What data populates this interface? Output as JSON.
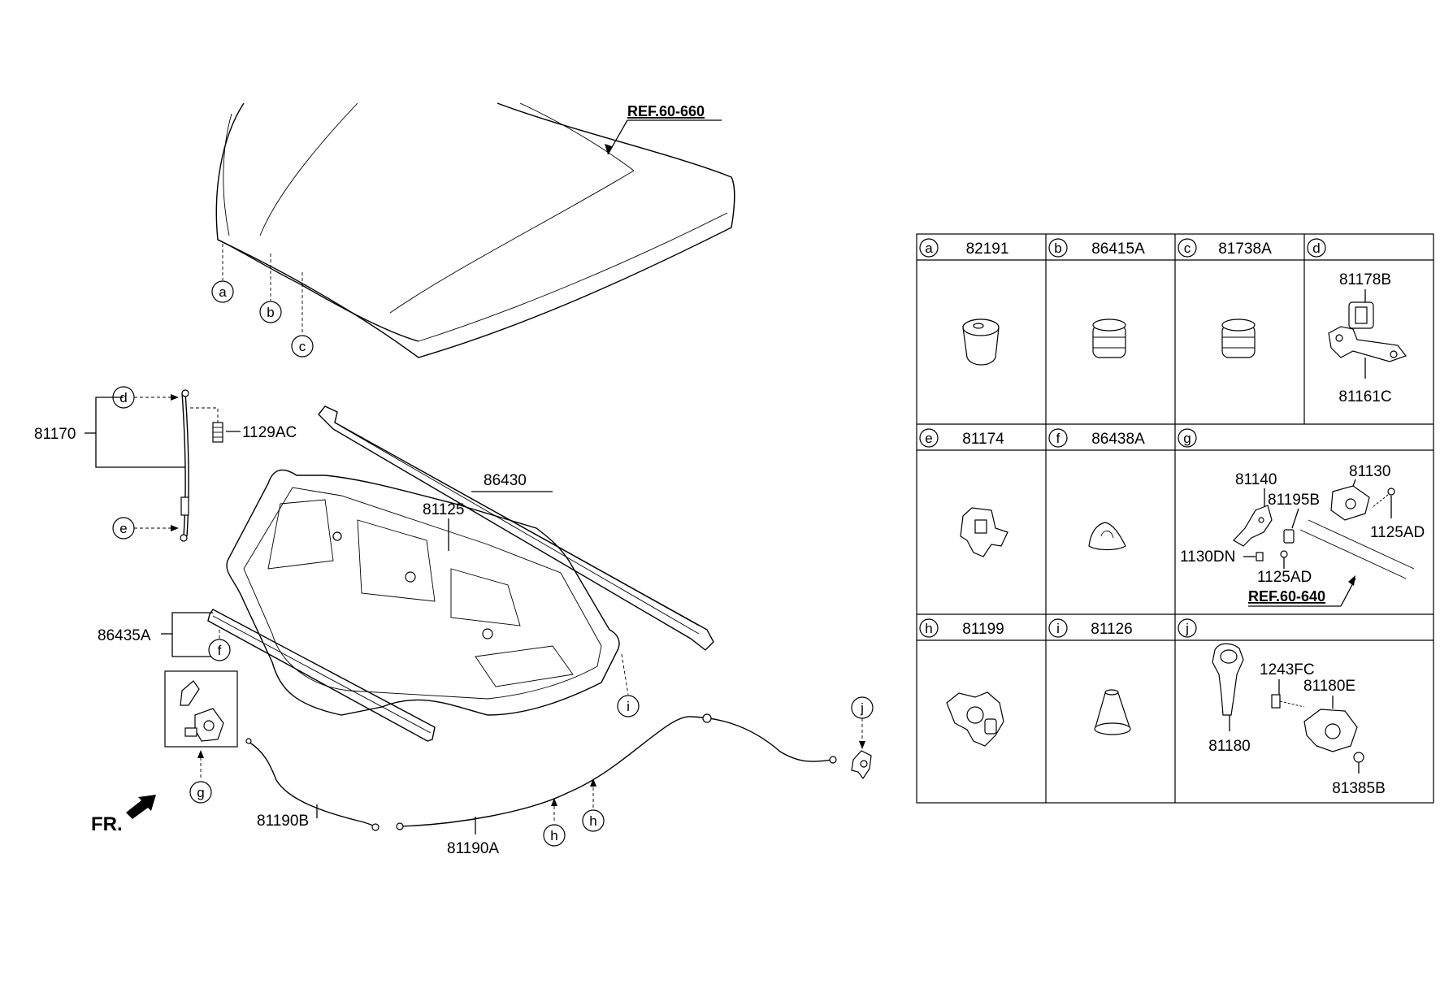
{
  "main": {
    "ref_hood": "REF.60-660",
    "ref_latch": "REF.60-640",
    "front_label": "FR.",
    "callouts": {
      "a": "a",
      "b": "b",
      "c": "c",
      "d": "d",
      "e": "e",
      "f": "f",
      "g": "g",
      "h": "h",
      "i": "i",
      "j": "j"
    },
    "parts": {
      "p81170": "81170",
      "p1129AC": "1129AC",
      "p86430": "86430",
      "p81125": "81125",
      "p86435A": "86435A",
      "p81190B": "81190B",
      "p81190A": "81190A"
    }
  },
  "table": {
    "cells": [
      {
        "letter": "a",
        "part": "82191"
      },
      {
        "letter": "b",
        "part": "86415A"
      },
      {
        "letter": "c",
        "part": "81738A"
      },
      {
        "letter": "d",
        "part": ""
      },
      {
        "letter": "e",
        "part": "81174"
      },
      {
        "letter": "f",
        "part": "86438A"
      },
      {
        "letter": "g",
        "part": ""
      },
      {
        "letter": "h",
        "part": "81199"
      },
      {
        "letter": "i",
        "part": "81126"
      },
      {
        "letter": "j",
        "part": ""
      }
    ],
    "d_parts": [
      "81178B",
      "81161C"
    ],
    "g_parts": [
      "81130",
      "81140",
      "81195B",
      "1125AD",
      "1130DN",
      "1125AD"
    ],
    "j_parts": [
      "1243FC",
      "81180E",
      "81180",
      "81385B"
    ]
  }
}
